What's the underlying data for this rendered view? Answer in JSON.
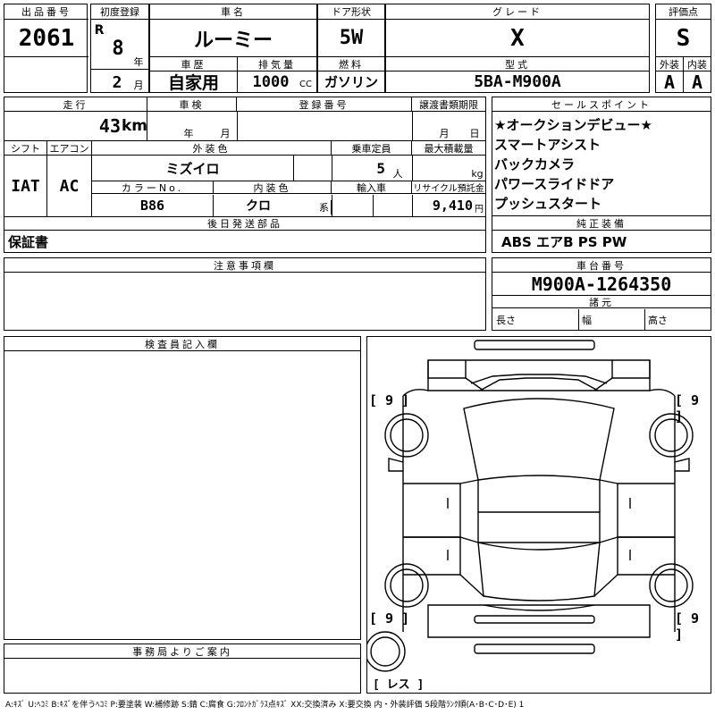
{
  "header": {
    "lot_label": "出品番号",
    "lot_value": "2061",
    "first_reg_label": "初度登録",
    "era": "R",
    "year_value": "8",
    "year_unit": "年",
    "month_value": "2",
    "month_unit": "月",
    "car_name_label": "車名",
    "car_name_value": "ルーミー",
    "door_label": "ドア形状",
    "door_value": "5W",
    "grade_label": "グレード",
    "grade_value": "X",
    "score_label": "評価点",
    "score_value": "S",
    "history_label": "車歴",
    "history_value": "自家用",
    "displacement_label": "排気量",
    "displacement_value": "1000",
    "displacement_unit": "CC",
    "fuel_label": "燃料",
    "fuel_value": "ガソリン",
    "model_label": "型式",
    "model_value": "5BA-M900A",
    "exterior_label": "外装",
    "exterior_value": "A",
    "interior_label": "内装",
    "interior_value": "A"
  },
  "info": {
    "mileage_label": "走行",
    "mileage_value": "43",
    "mileage_unit": "km",
    "inspection_label": "車検",
    "inspection_year_unit": "年",
    "inspection_month_unit": "月",
    "reg_number_label": "登録番号",
    "transfer_label": "譲渡書類期限",
    "transfer_month_unit": "月",
    "transfer_day_unit": "日",
    "shift_label": "シフト",
    "shift_value": "IAT",
    "ac_label": "エアコン",
    "ac_value": "AC",
    "exterior_color_label": "外装色",
    "exterior_color_value": "ミズイロ",
    "capacity_label": "乗車定員",
    "capacity_value": "5",
    "capacity_unit": "人",
    "load_label": "最大積載量",
    "load_unit": "kg",
    "color_no_label": "カラーNo.",
    "color_no_value": "B86",
    "interior_color_label": "内装色",
    "interior_color_value": "クロ",
    "interior_color_unit": "系",
    "import_label": "輸入車",
    "recycle_label": "リサイクル預託金",
    "recycle_value": "9,410",
    "recycle_unit": "円",
    "parts_label": "後日発送部品",
    "parts_value": "保証書",
    "notes_label": "注意事項欄",
    "inspector_label": "検査員記入欄",
    "office_label": "事務局よりご案内"
  },
  "sales": {
    "label": "セールスポイント",
    "items": [
      "★オークションデビュー★",
      "スマートアシスト",
      "バックカメラ",
      "パワースライドドア",
      "プッシュスタート"
    ]
  },
  "equipment": {
    "label": "純正装備",
    "value": "ABS エアB PS PW"
  },
  "chassis": {
    "label": "車台番号",
    "value": "M900A-1264350",
    "spec_label": "諸元",
    "length_label": "長さ",
    "width_label": "幅",
    "height_label": "高さ"
  },
  "diagram": {
    "wheel_fl": "[ 9 ]",
    "wheel_fr": "[ 9 ]",
    "wheel_rl": "[ 9 ]",
    "wheel_rr": "[ 9 ]",
    "spare": "[ レス ]"
  },
  "footer": {
    "legend": "A:ｷｽﾞ U:ﾍｺﾐ B:ｷｽﾞを伴うﾍｺﾐ P:要塗装 W:補修跡 S:錆 C:腐食 G:ﾌﾛﾝﾄｶﾞﾗｽ点ｷｽﾞ XX:交換済み X:要交換 内・外装評価 5段階ﾗﾝｸ順(A･B･C･D･E) 1"
  }
}
